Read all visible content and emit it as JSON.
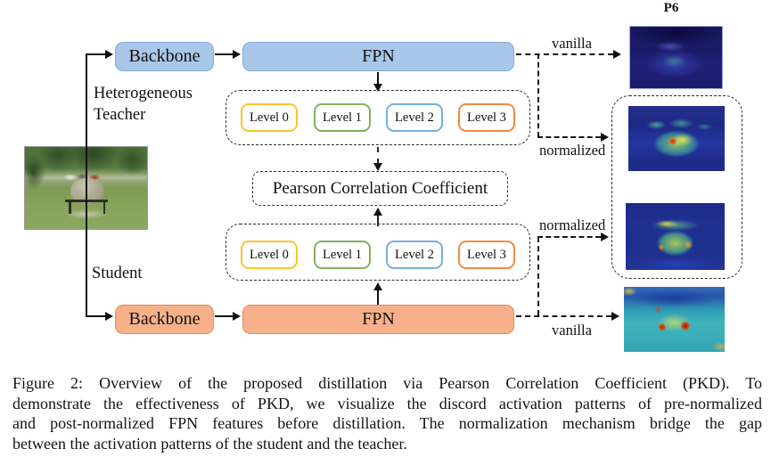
{
  "diagram": {
    "p6_label": "P6",
    "pearson_label": "Pearson Correlation Coefficient",
    "teacher": {
      "role_line1": "Heterogeneous",
      "role_line2": "Teacher",
      "backbone_label": "Backbone",
      "fpn_label": "FPN",
      "vanilla_label": "vanilla",
      "normalized_label": "normalized",
      "box_fill": "#a9c7e8",
      "box_border": "#82abd6"
    },
    "student": {
      "role_label": "Student",
      "backbone_label": "Backbone",
      "fpn_label": "FPN",
      "vanilla_label": "vanilla",
      "normalized_label": "normalized",
      "box_fill": "#f6b18b",
      "box_border": "#e18a5e"
    },
    "levels": [
      {
        "label": "Level 0",
        "color": "#fec42d"
      },
      {
        "label": "Level 1",
        "color": "#7fb35c"
      },
      {
        "label": "Level 2",
        "color": "#76afe3"
      },
      {
        "label": "Level 3",
        "color": "#f18a43"
      }
    ]
  },
  "caption": {
    "lines": [
      "Figure 2: Overview of the proposed distillation via Pearson Correlation Coefficient (PKD). To",
      "demonstrate the effectiveness of PKD, we visualize the discord activation patterns of pre-normalized",
      "and post-normalized FPN features before distillation. The normalization mechanism bridge the gap",
      "between the activation patterns of the student and the teacher."
    ]
  }
}
